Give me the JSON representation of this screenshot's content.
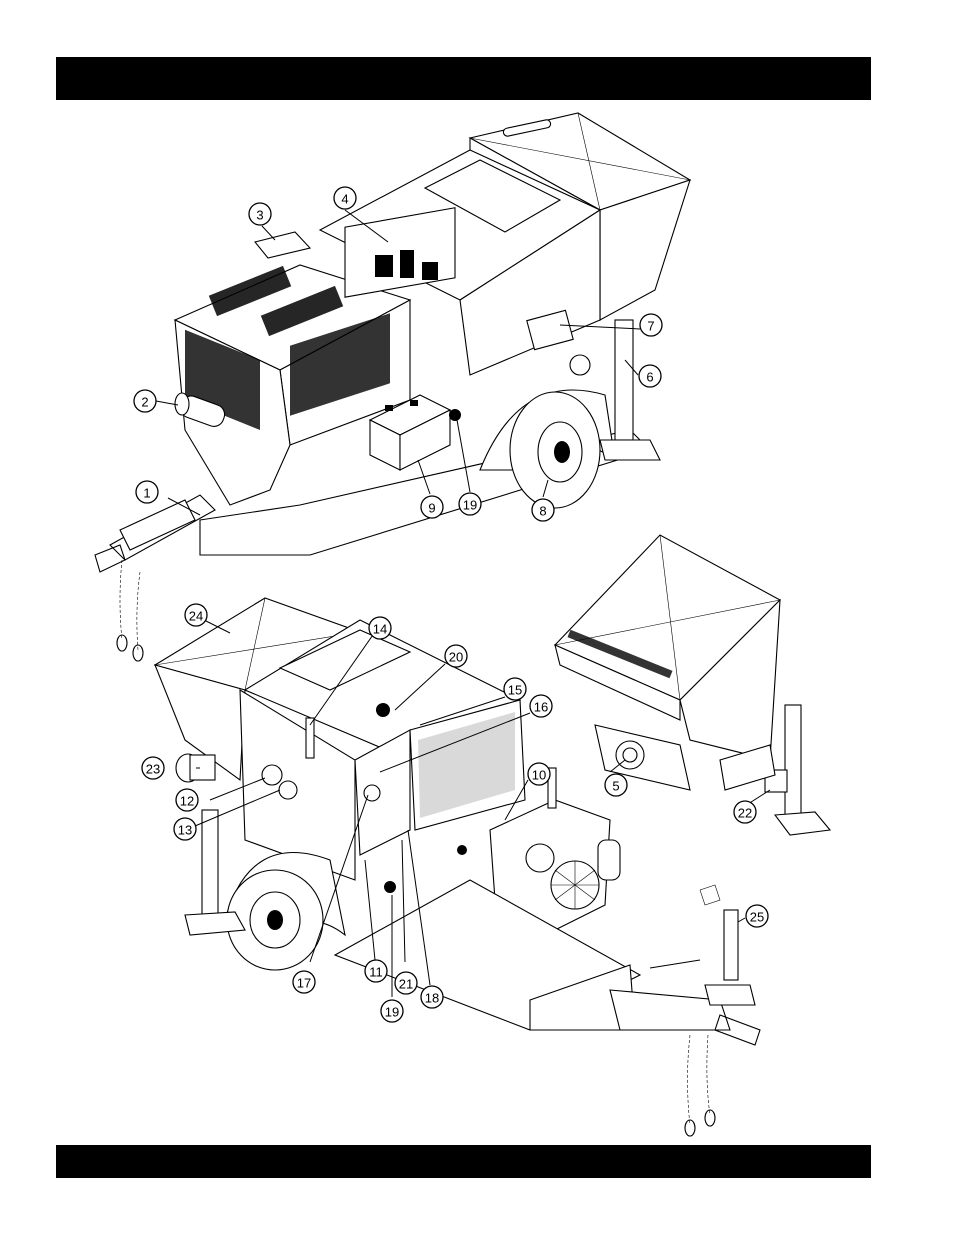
{
  "colors": {
    "bars": "#000000",
    "lines": "#000000",
    "background": "#ffffff"
  },
  "callouts": {
    "c1": "1",
    "c2": "2",
    "c3": "3",
    "c4": "4",
    "c5": "5",
    "c6": "6",
    "c7": "7",
    "c8": "8",
    "c9": "9",
    "c10": "10",
    "c11": "11",
    "c12": "12",
    "c13": "13",
    "c14": "14",
    "c15": "15",
    "c16": "16",
    "c17": "17",
    "c18": "18",
    "c19a": "19",
    "c19b": "19",
    "c20": "20",
    "c21": "21",
    "c22": "22",
    "c23": "23",
    "c24": "24",
    "c25": "25"
  }
}
